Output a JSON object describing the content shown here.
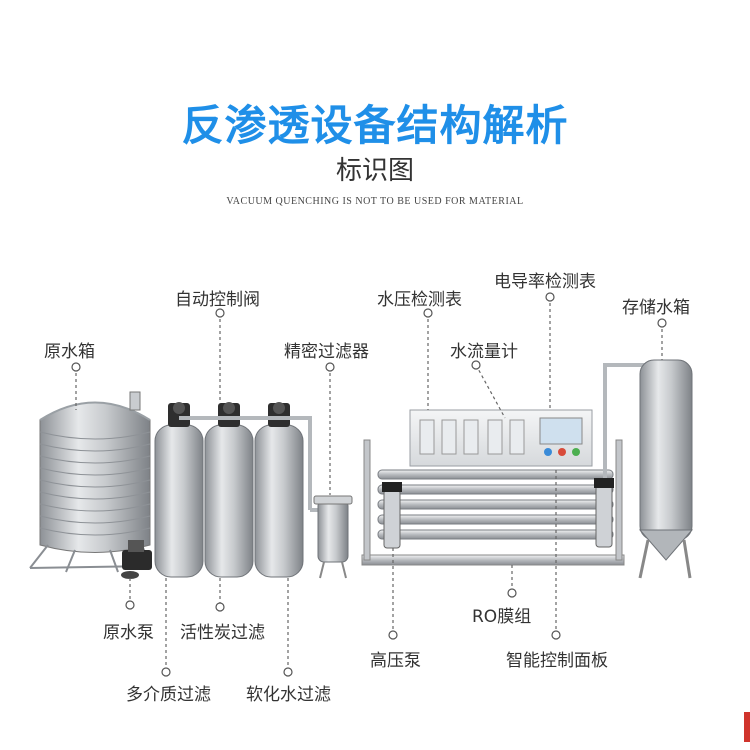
{
  "header": {
    "title": "反渗透设备结构解析",
    "subtitle": "标识图",
    "tagline": "VACUUM QUENCHING IS NOT TO BE USED FOR MATERIAL"
  },
  "labels": {
    "raw_tank": "原水箱",
    "auto_valve": "自动控制阀",
    "precision_filter": "精密过滤器",
    "pressure_gauge": "水压检测表",
    "conductivity_meter": "电导率检测表",
    "storage_tank": "存储水箱",
    "flow_meter": "水流量计",
    "raw_pump": "原水泵",
    "carbon_filter": "活性炭过滤",
    "multi_media_filter": "多介质过滤",
    "softener_filter": "软化水过滤",
    "ro_module": "RO膜组",
    "high_pressure_pump": "高压泵",
    "control_panel": "智能控制面板"
  },
  "colors": {
    "title_blue": "#1f8fe8",
    "steel": "#b9bcc0",
    "leader_dot": "#555555"
  }
}
